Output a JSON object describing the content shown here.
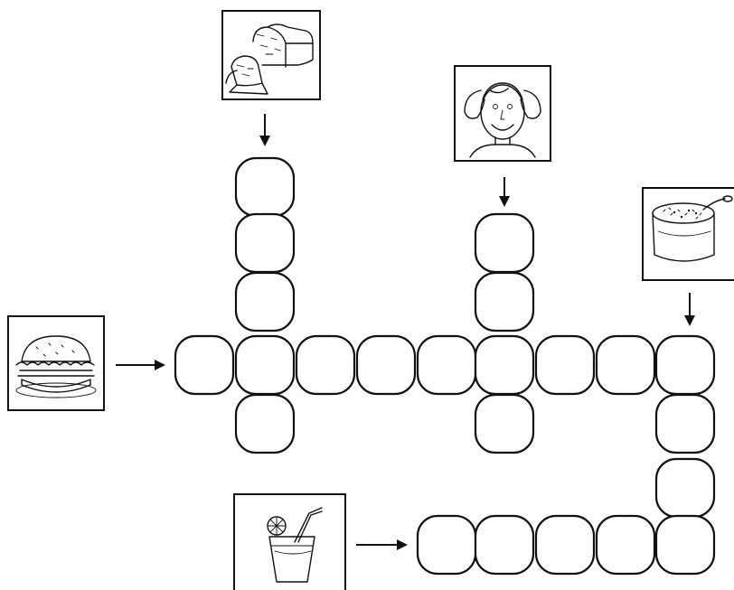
{
  "clues": [
    {
      "id": "bread",
      "picture": "bread-loaf-picture",
      "direction": "down",
      "length": 5
    },
    {
      "id": "girl",
      "picture": "girl-face-picture",
      "direction": "down",
      "length": 4
    },
    {
      "id": "soup",
      "picture": "soup-bowl-picture",
      "direction": "down",
      "length": 4
    },
    {
      "id": "hamburger",
      "picture": "hamburger-picture",
      "direction": "across",
      "length": 9
    },
    {
      "id": "juice",
      "picture": "juice-glass-picture",
      "direction": "across",
      "length": 5
    }
  ],
  "colors": {
    "ink": "#111111",
    "paper": "#ffffff"
  }
}
